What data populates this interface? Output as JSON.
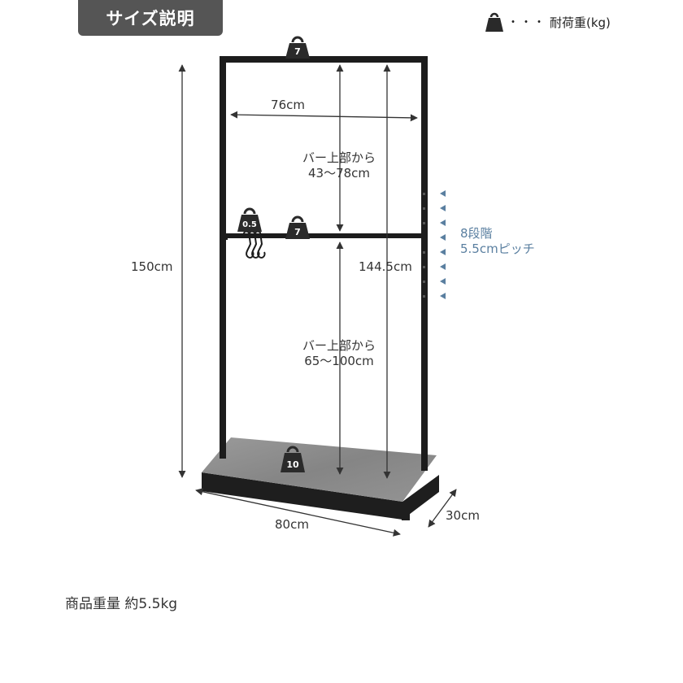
{
  "header": {
    "title": "サイズ説明"
  },
  "legend": {
    "icon": "weight-icon",
    "dots": "・・・",
    "text": "耐荷重(kg)"
  },
  "colors": {
    "frame": "#1c1c1c",
    "header_bg": "#555555",
    "base_top": "#8e8e8e",
    "arrow": "#333333",
    "accent": "#5a7fa0"
  },
  "weights": {
    "top_bar": "7",
    "lower_bar": "7",
    "hook": "0.5",
    "base": "10"
  },
  "dimensions": {
    "width_inner": "76cm",
    "height_total": "150cm",
    "width_base": "80cm",
    "depth": "30cm",
    "inner_height": "144.5cm",
    "upper_range_line1": "バー上部から",
    "upper_range_line2": "43〜78cm",
    "lower_range_line1": "バー上部から",
    "lower_range_line2": "65〜100cm"
  },
  "adjust": {
    "line1": "8段階",
    "line2": "5.5cmピッチ",
    "steps": 8
  },
  "footer": {
    "product_weight": "商品重量 約5.5kg"
  }
}
